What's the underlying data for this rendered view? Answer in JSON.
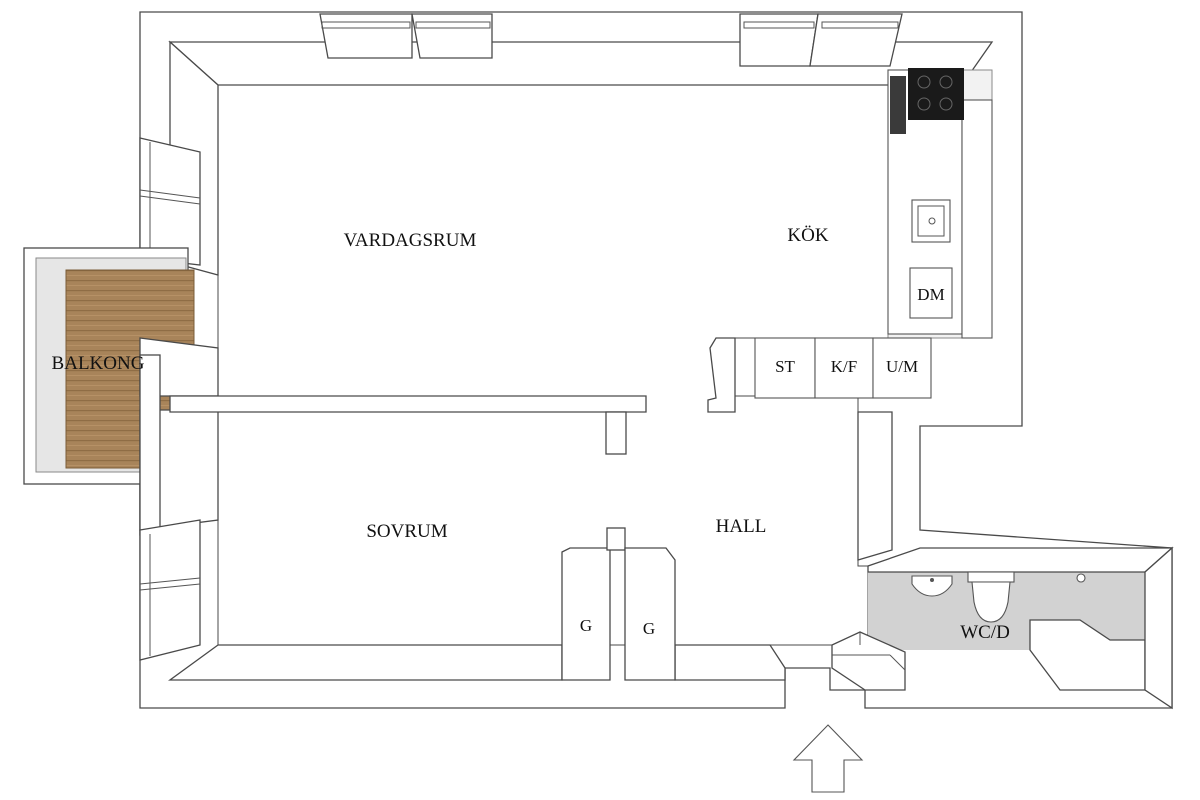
{
  "rooms": {
    "vardagsrum": "VARDAGSRUM",
    "kok": "KÖK",
    "sovrum": "SOVRUM",
    "hall": "HALL",
    "balkong": "BALKONG",
    "wc": "WC/D"
  },
  "fixtures": {
    "dm": "DM",
    "st": "ST",
    "kf": "K/F",
    "um": "U/M",
    "g1": "G",
    "g2": "G"
  },
  "colors": {
    "balcony_wood": "#a8845a",
    "wet_floor": "#d2d2d2",
    "wall_outline": "#4a4a4a"
  }
}
